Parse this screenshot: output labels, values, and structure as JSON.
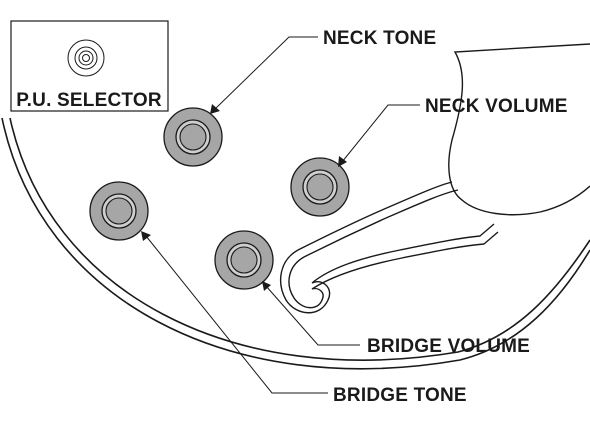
{
  "labels": {
    "pu_selector": "P.U. SELECTOR",
    "neck_tone": "NECK TONE",
    "neck_volume": "NECK VOLUME",
    "bridge_volume": "BRIDGE VOLUME",
    "bridge_tone": "BRIDGE TONE"
  },
  "colors": {
    "knob_fill": "#a6a6a6",
    "knob_ring": "#cfcfcf",
    "ink": "#1a1a1a",
    "background": "#ffffff"
  }
}
